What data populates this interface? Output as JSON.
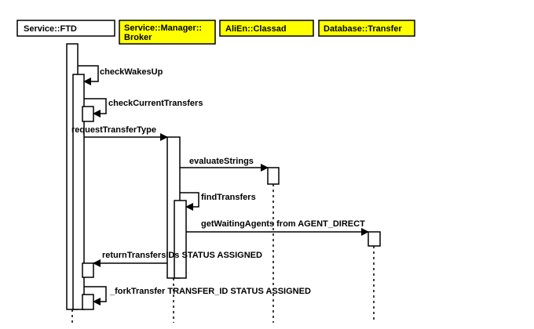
{
  "lifelines": [
    {
      "id": "ftd",
      "label_lines": [
        "Service::FTD"
      ],
      "fill": "#ffffff"
    },
    {
      "id": "broker",
      "label_lines": [
        "Service::Manager::",
        "Broker"
      ],
      "fill": "#ffff00"
    },
    {
      "id": "classad",
      "label_lines": [
        "AliEn::Classad"
      ],
      "fill": "#ffff00"
    },
    {
      "id": "transfer",
      "label_lines": [
        "Database::Transfer"
      ],
      "fill": "#ffff00"
    }
  ],
  "messages": [
    {
      "label": "checkWakesUp",
      "from": "ftd",
      "to": "ftd",
      "kind": "self"
    },
    {
      "label": "checkCurrentTransfers",
      "from": "ftd",
      "to": "ftd",
      "kind": "self"
    },
    {
      "label": "requestTransferType",
      "from": "ftd",
      "to": "broker",
      "kind": "call"
    },
    {
      "label": "evaluateStrings",
      "from": "broker",
      "to": "classad",
      "kind": "call"
    },
    {
      "label": "findTransfers",
      "from": "broker",
      "to": "broker",
      "kind": "self"
    },
    {
      "label": "getWaitingAgents from AGENT_DIRECT",
      "from": "broker",
      "to": "transfer",
      "kind": "call"
    },
    {
      "label": "returnTransfersIDs STATUS ASSIGNED",
      "from": "broker",
      "to": "ftd",
      "kind": "return"
    },
    {
      "label": "_forkTransfer TRANSFER_ID STATUS ASSIGNED",
      "from": "ftd",
      "to": "ftd",
      "kind": "self"
    }
  ],
  "colors": {
    "line": "#000000",
    "actor_fill": "#ffff00",
    "background": "#ffffff"
  }
}
